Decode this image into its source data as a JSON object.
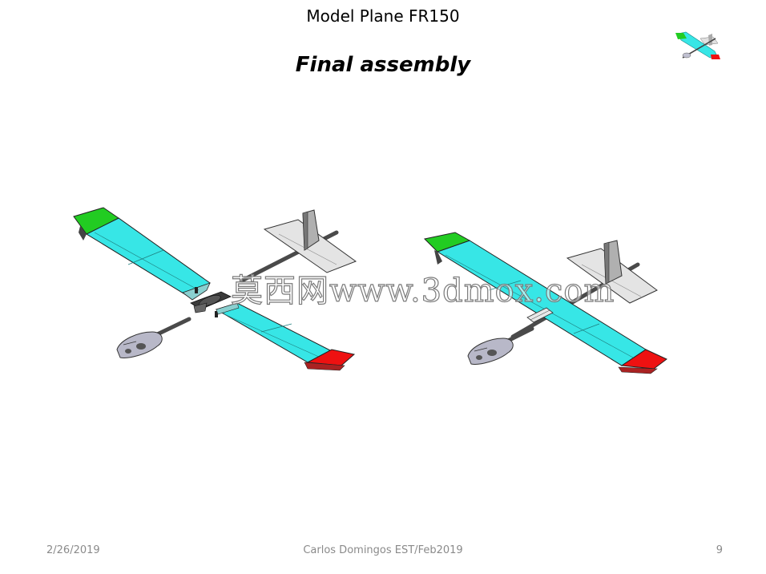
{
  "slide": {
    "header_title": "Model Plane FR150",
    "main_title": "Final assembly",
    "watermark": "莫西网www.3dmox.com",
    "footer": {
      "date": "2/26/2019",
      "author": "Carlos Domingos EST/Feb2019",
      "page_number": "9"
    }
  },
  "colors": {
    "wing": "#37e6e6",
    "wing_tip_left": "#22cc22",
    "wing_tip_right": "#ee1111",
    "tail": "#e4e4e4",
    "fuselage": "#5a5a5a",
    "nose": "#b8b8c8"
  },
  "figures": [
    {
      "id": "exploded-view",
      "icon": "exploded-plane-assembly"
    },
    {
      "id": "assembled-view",
      "icon": "assembled-plane"
    },
    {
      "id": "thumbnail",
      "icon": "plane-thumbnail"
    }
  ]
}
